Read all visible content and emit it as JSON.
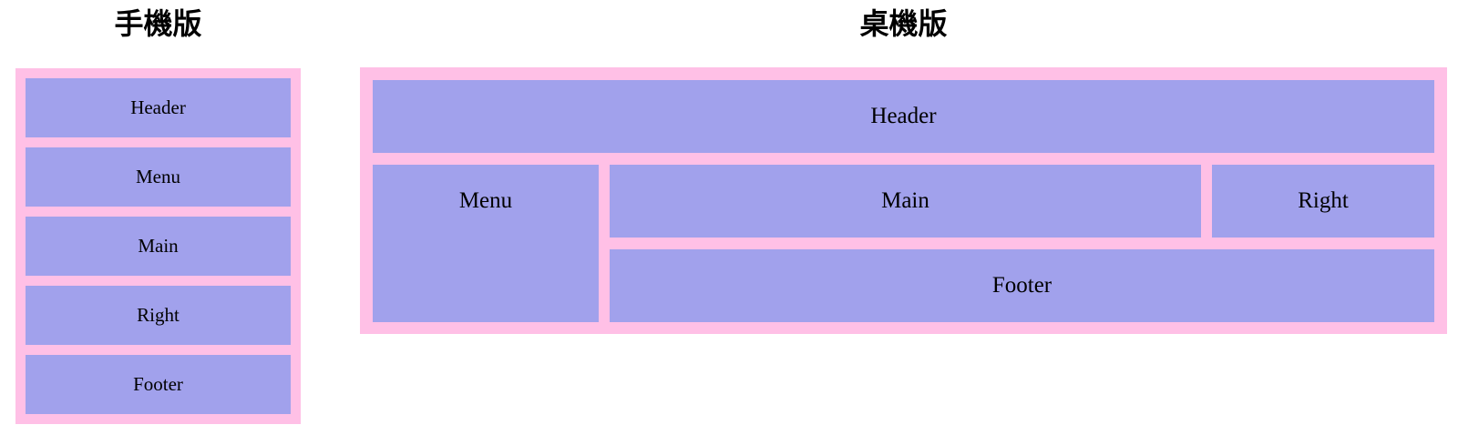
{
  "colors": {
    "container_pink": "#ffc0e6",
    "box_purple": "#a1a1ec",
    "label_text": "#000000",
    "page_background": "#ffffff"
  },
  "mobile": {
    "title": "手機版",
    "boxes": [
      "Header",
      "Menu",
      "Main",
      "Right",
      "Footer"
    ]
  },
  "desktop": {
    "title": "桌機版",
    "header": "Header",
    "menu": "Menu",
    "main": "Main",
    "right": "Right",
    "footer": "Footer"
  }
}
